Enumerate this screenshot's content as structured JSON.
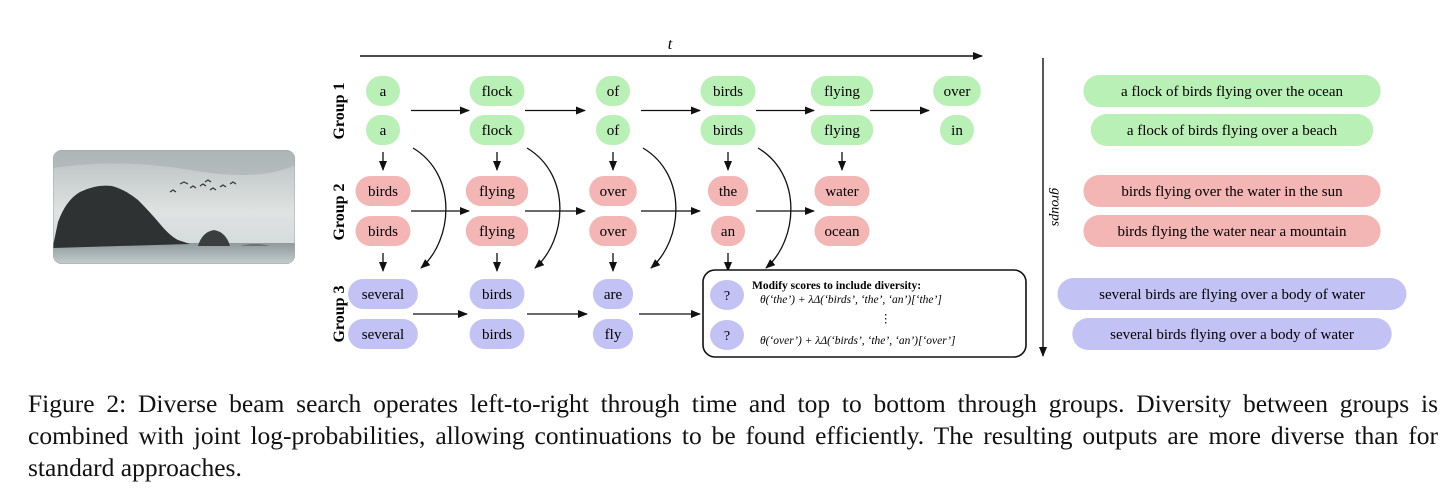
{
  "axis": {
    "time_label": "t",
    "groups_label": "groups"
  },
  "group_labels": [
    "Group 1",
    "Group 2",
    "Group 3"
  ],
  "groups": [
    {
      "color": "#b9f0b5",
      "beams": [
        [
          "a",
          "flock",
          "of",
          "birds",
          "flying",
          "over"
        ],
        [
          "a",
          "flock",
          "of",
          "birds",
          "flying",
          "in"
        ]
      ]
    },
    {
      "color": "#f4b5b5",
      "beams": [
        [
          "birds",
          "flying",
          "over",
          "the",
          "water"
        ],
        [
          "birds",
          "flying",
          "over",
          "an",
          "ocean"
        ]
      ]
    },
    {
      "color": "#c3c2f5",
      "beams": [
        [
          "several",
          "birds",
          "are"
        ],
        [
          "several",
          "birds",
          "fly"
        ]
      ]
    }
  ],
  "outputs": [
    {
      "text": "a flock of birds flying over the ocean",
      "group": 0
    },
    {
      "text": "a flock of birds flying over a beach",
      "group": 0
    },
    {
      "text": "birds flying over the water in the sun",
      "group": 1
    },
    {
      "text": "birds flying the water near a mountain",
      "group": 1
    },
    {
      "text": "several birds are flying over a body of water",
      "group": 2
    },
    {
      "text": "several birds flying over a body of water",
      "group": 2
    }
  ],
  "diversity_box": {
    "title": "Modify scores to include diversity:",
    "placeholder": "?",
    "formula1": "θ(‘the’) + λΔ(‘birds’, ‘the’, ‘an’)[‘the’]",
    "formula2": "θ(‘over’) + λΔ(‘birds’, ‘the’, ‘an’)[‘over’]",
    "ellipsis": "⋮"
  },
  "caption": "Figure 2: Diverse beam search operates left-to-right through time and top to bottom through groups. Diversity between groups is combined with joint log-probabilities, allowing continuations to be found efficiently. The resulting outputs are more diverse than for standard approaches."
}
